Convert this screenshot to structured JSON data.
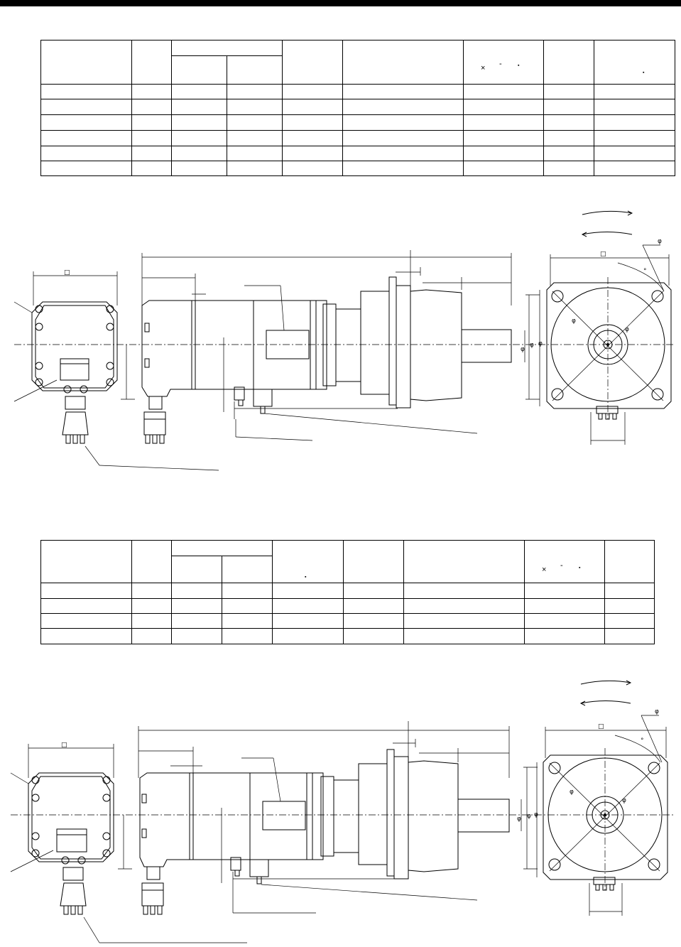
{
  "table1": {
    "rows": 6
  },
  "table2": {
    "rows": 4
  },
  "symbols": {
    "times": "×",
    "dash": "-",
    "dot": "▪",
    "phi": "φ",
    "square": "□",
    "degree": "°"
  },
  "colors": {
    "line": "#000000",
    "background": "#ffffff"
  }
}
